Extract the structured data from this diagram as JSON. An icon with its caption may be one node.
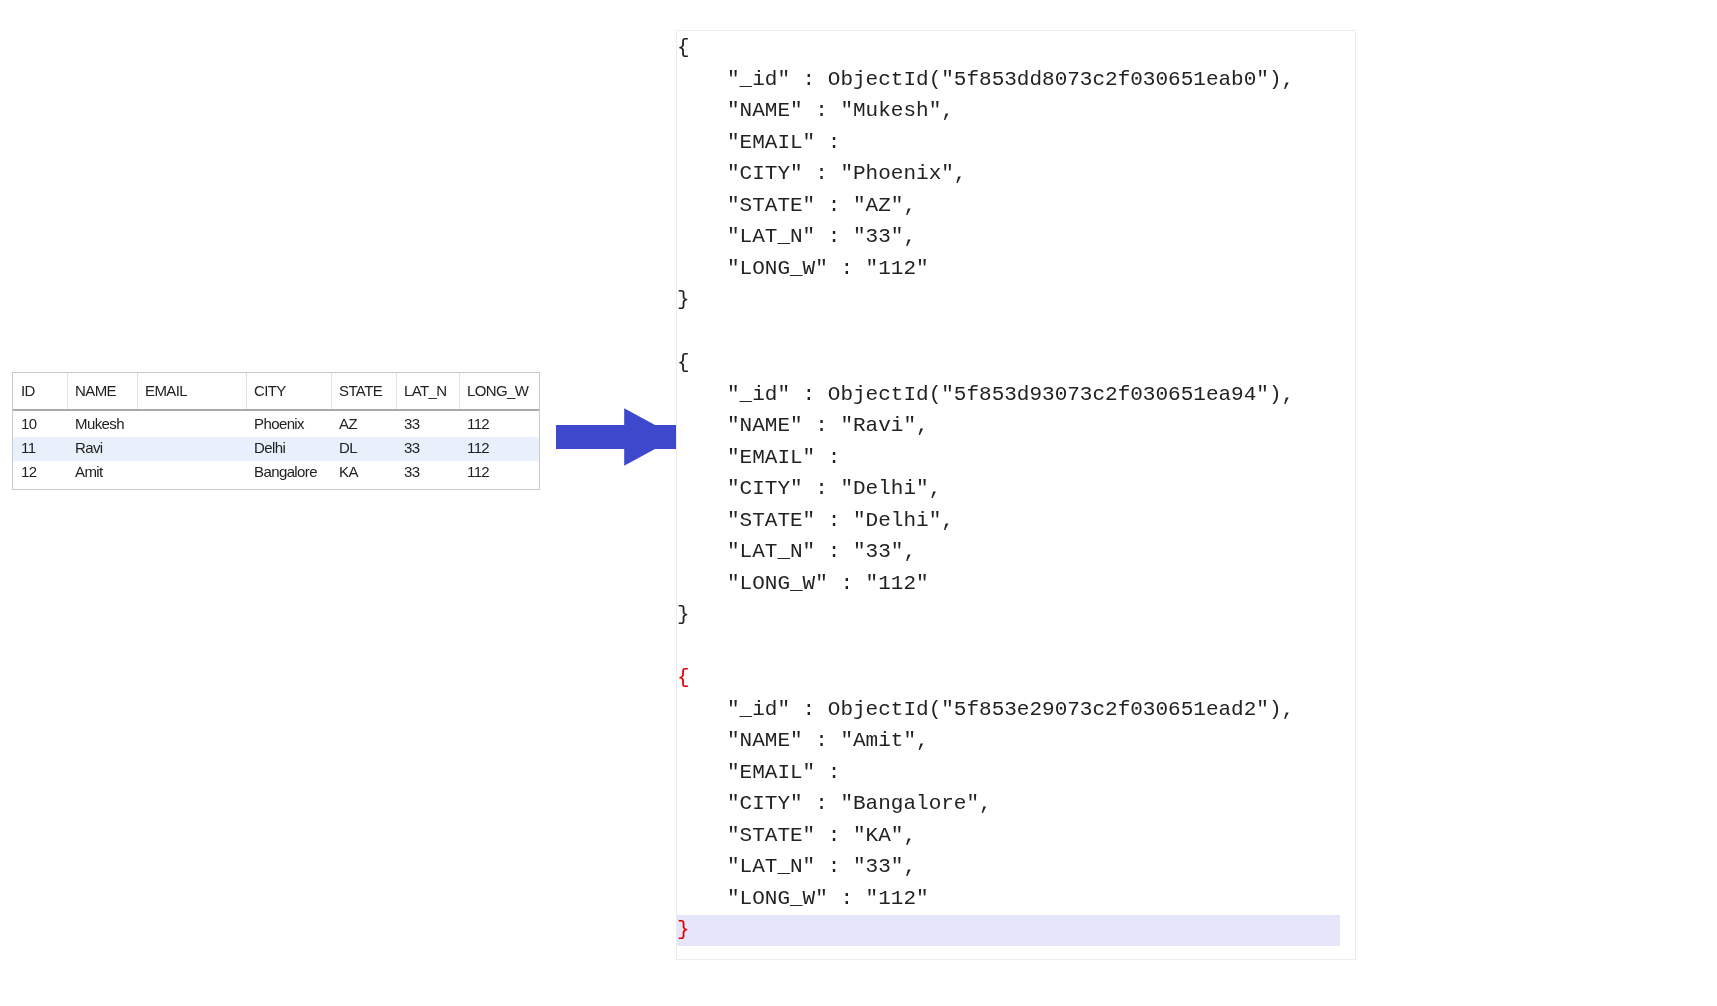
{
  "diagram": {
    "nodes": [
      {
        "text": [],
        "shape": "box"
      },
      {
        "text": [],
        "shape": "box"
      }
    ],
    "edges": [
      {
        "from": 0,
        "to": 1,
        "arrow": "to"
      }
    ],
    "labels": [
      "ID",
      "NAME",
      "EMAIL",
      "CITY",
      "STATE",
      "LAT_N",
      "LONG_W",
      "10",
      "Mukesh",
      "Phoenix",
      "AZ",
      "33",
      "112",
      "11",
      "Ravi",
      "Delhi",
      "DL",
      "33",
      "112",
      "12",
      "Amit",
      "Bangalore",
      "KA",
      "33",
      "112",
      "{",
      "\"_id\" : ObjectId(\"5f853dd8073c2f030651eab0\"),",
      "\"NAME\" : \"Mukesh\",",
      "\"EMAIL\" :",
      "\"CITY\" : \"Phoenix\",",
      "\"STATE\" : \"AZ\",",
      "\"LAT_N\" : \"33\",",
      "\"LONG_W\" : \"112\"",
      "}",
      "{",
      "\"_id\" : ObjectId(\"5f853d93073c2f030651ea94\"),",
      "\"NAME\" : \"Ravi\",",
      "\"EMAIL\" :",
      "\"CITY\" : \"Delhi\",",
      "\"STATE\" : \"Delhi\",",
      "\"LAT_N\" : \"33\",",
      "\"LONG_W\" : \"112\"",
      "}",
      "{",
      "\"_id\" : ObjectId(\"5f853e29073c2f030651ead2\"),",
      "\"NAME\" : \"Amit\",",
      "\"EMAIL\" :",
      "\"CITY\" : \"Bangalore\",",
      "\"STATE\" : \"KA\",",
      "\"LAT_N\" : \"33\",",
      "\"LONG_W\" : \"112\"",
      "}"
    ]
  }
}
